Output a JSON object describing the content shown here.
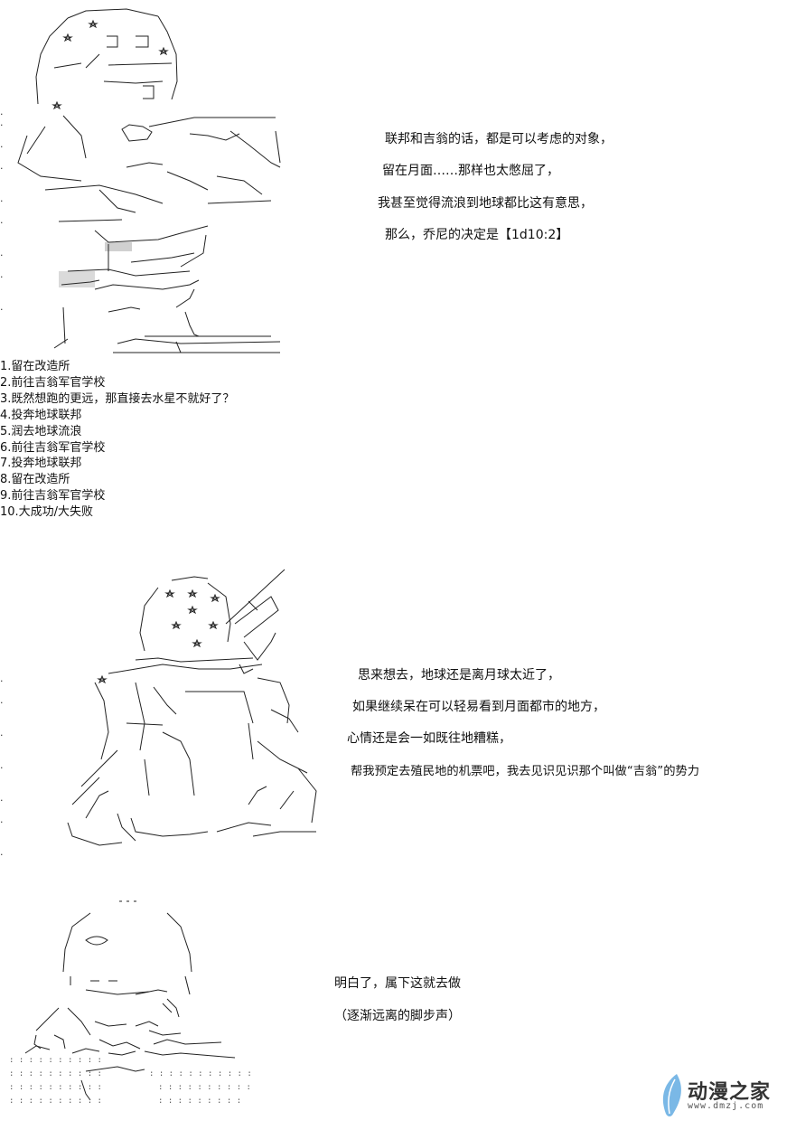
{
  "panel1": {
    "dialogue": [
      "联邦和吉翁的话，都是可以考虑的对象，",
      "留在月面……那样也太憋屈了，",
      "我甚至觉得流浪到地球都比这有意思，",
      "那么，乔尼的决定是【1d10:2】"
    ],
    "choices": [
      "1.留在改造所",
      "2.前往吉翁军官学校",
      "3.既然想跑的更远，那直接去水星不就好了？",
      "4.投奔地球联邦",
      "5.润去地球流浪",
      "6.前往吉翁军官学校",
      "7.投奔地球联邦",
      "8.留在改造所",
      "9.前往吉翁军官学校",
      "10.大成功/大失败"
    ]
  },
  "panel2": {
    "dialogue": [
      "思来想去，地球还是离月球太近了，",
      "如果继续呆在可以轻易看到月面都市的地方，",
      "心情还是会一如既往地糟糕，",
      "帮我预定去殖民地的机票吧，我去见识见识那个叫做“吉翁”的势力"
    ]
  },
  "panel3": {
    "dialogue": [
      "明白了，属下这就去做",
      "（逐渐远离的脚步声）"
    ]
  },
  "watermark": {
    "name": "动漫之家",
    "url": "www.dmzj.com"
  }
}
